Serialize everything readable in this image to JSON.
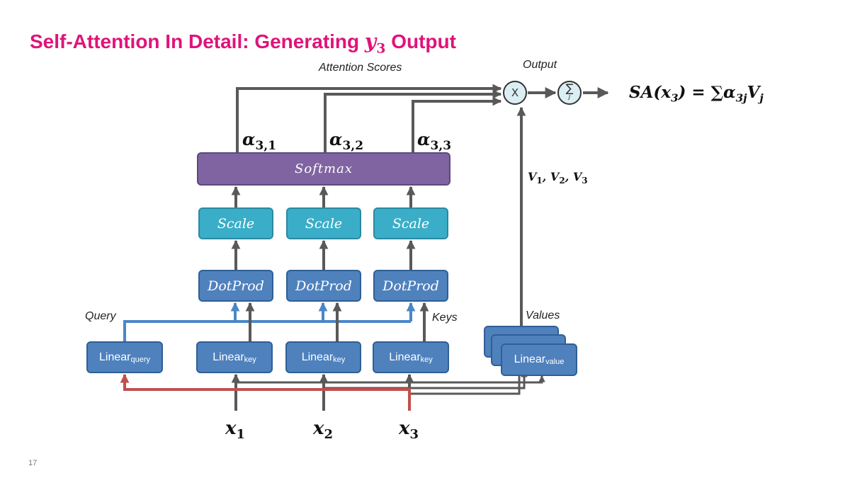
{
  "title": {
    "text": "Self-Attention In Detail: Generating ",
    "var": "y",
    "sub": "3",
    "suffix": " Output"
  },
  "labels": {
    "attention_scores": "Attention Scores",
    "output": "Output",
    "query": "Query",
    "keys": "Keys",
    "values": "Values"
  },
  "alphas": [
    {
      "base": "α",
      "sub": "3,1"
    },
    {
      "base": "α",
      "sub": "3,2"
    },
    {
      "base": "α",
      "sub": "3,3"
    }
  ],
  "softmax": "Softmax",
  "scale": [
    "Scale",
    "Scale",
    "Scale"
  ],
  "dotprod": [
    "DotProd",
    "DotProd",
    "DotProd"
  ],
  "linear_query": {
    "base": "Linear",
    "sub": "query"
  },
  "linear_key": [
    {
      "base": "Linear",
      "sub": "key"
    },
    {
      "base": "Linear",
      "sub": "key"
    },
    {
      "base": "Linear",
      "sub": "key"
    }
  ],
  "linear_value": {
    "base": "Linear",
    "sub": "value"
  },
  "inputs": [
    {
      "base": "x",
      "sub": "1"
    },
    {
      "base": "x",
      "sub": "2"
    },
    {
      "base": "x",
      "sub": "3"
    }
  ],
  "values_label": {
    "v": "V",
    "s1": "1",
    "s2": "2",
    "s3": "3"
  },
  "multiply_symbol": "X",
  "sum_symbol": "∑",
  "sum_index": "j",
  "formula": {
    "lhs": "SA(x",
    "lhs_sub": "3",
    "mid": ") = ∑α",
    "alpha_sub": "3j",
    "v": "V",
    "v_sub": "j"
  },
  "page_number": "17",
  "colors": {
    "title": "#e0137a",
    "softmax": "#8064a2",
    "scale": "#3aaec8",
    "linear": "#4f81bd",
    "query_line": "#4a86c8",
    "input_x3_line": "#c0504d",
    "arrows": "#595959"
  }
}
